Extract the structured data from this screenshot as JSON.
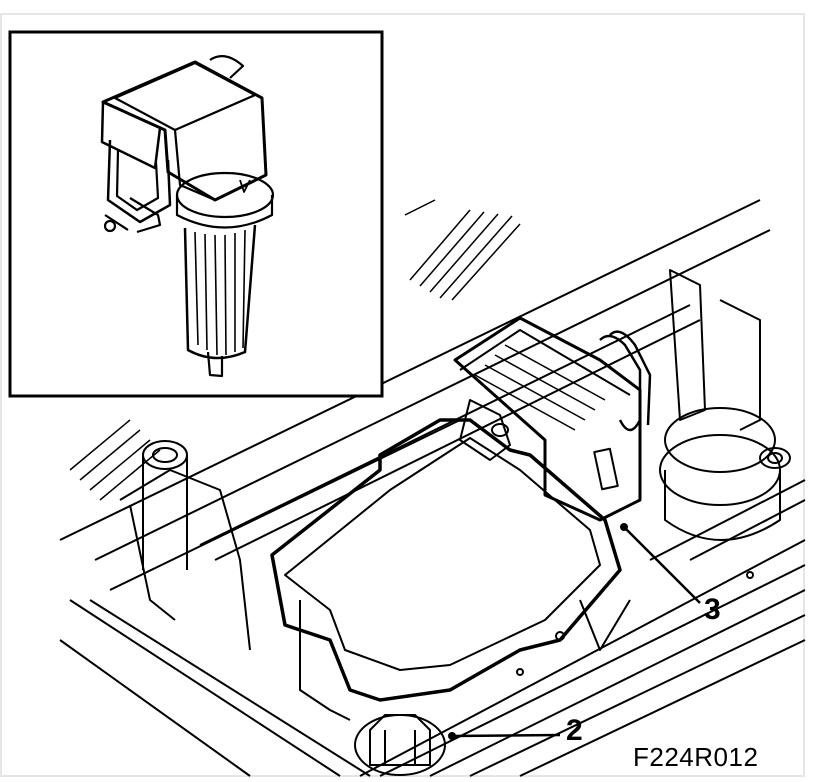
{
  "figure": {
    "callouts": [
      {
        "label": "2"
      },
      {
        "label": "3"
      }
    ],
    "figure_code": "F224R012"
  },
  "colors": {
    "line": "#000000",
    "background": "#ffffff",
    "border": "#e6e6e6"
  },
  "icons": [
    "ignition-coil-illustration",
    "control-unit-illustration",
    "bolt-illustration"
  ]
}
